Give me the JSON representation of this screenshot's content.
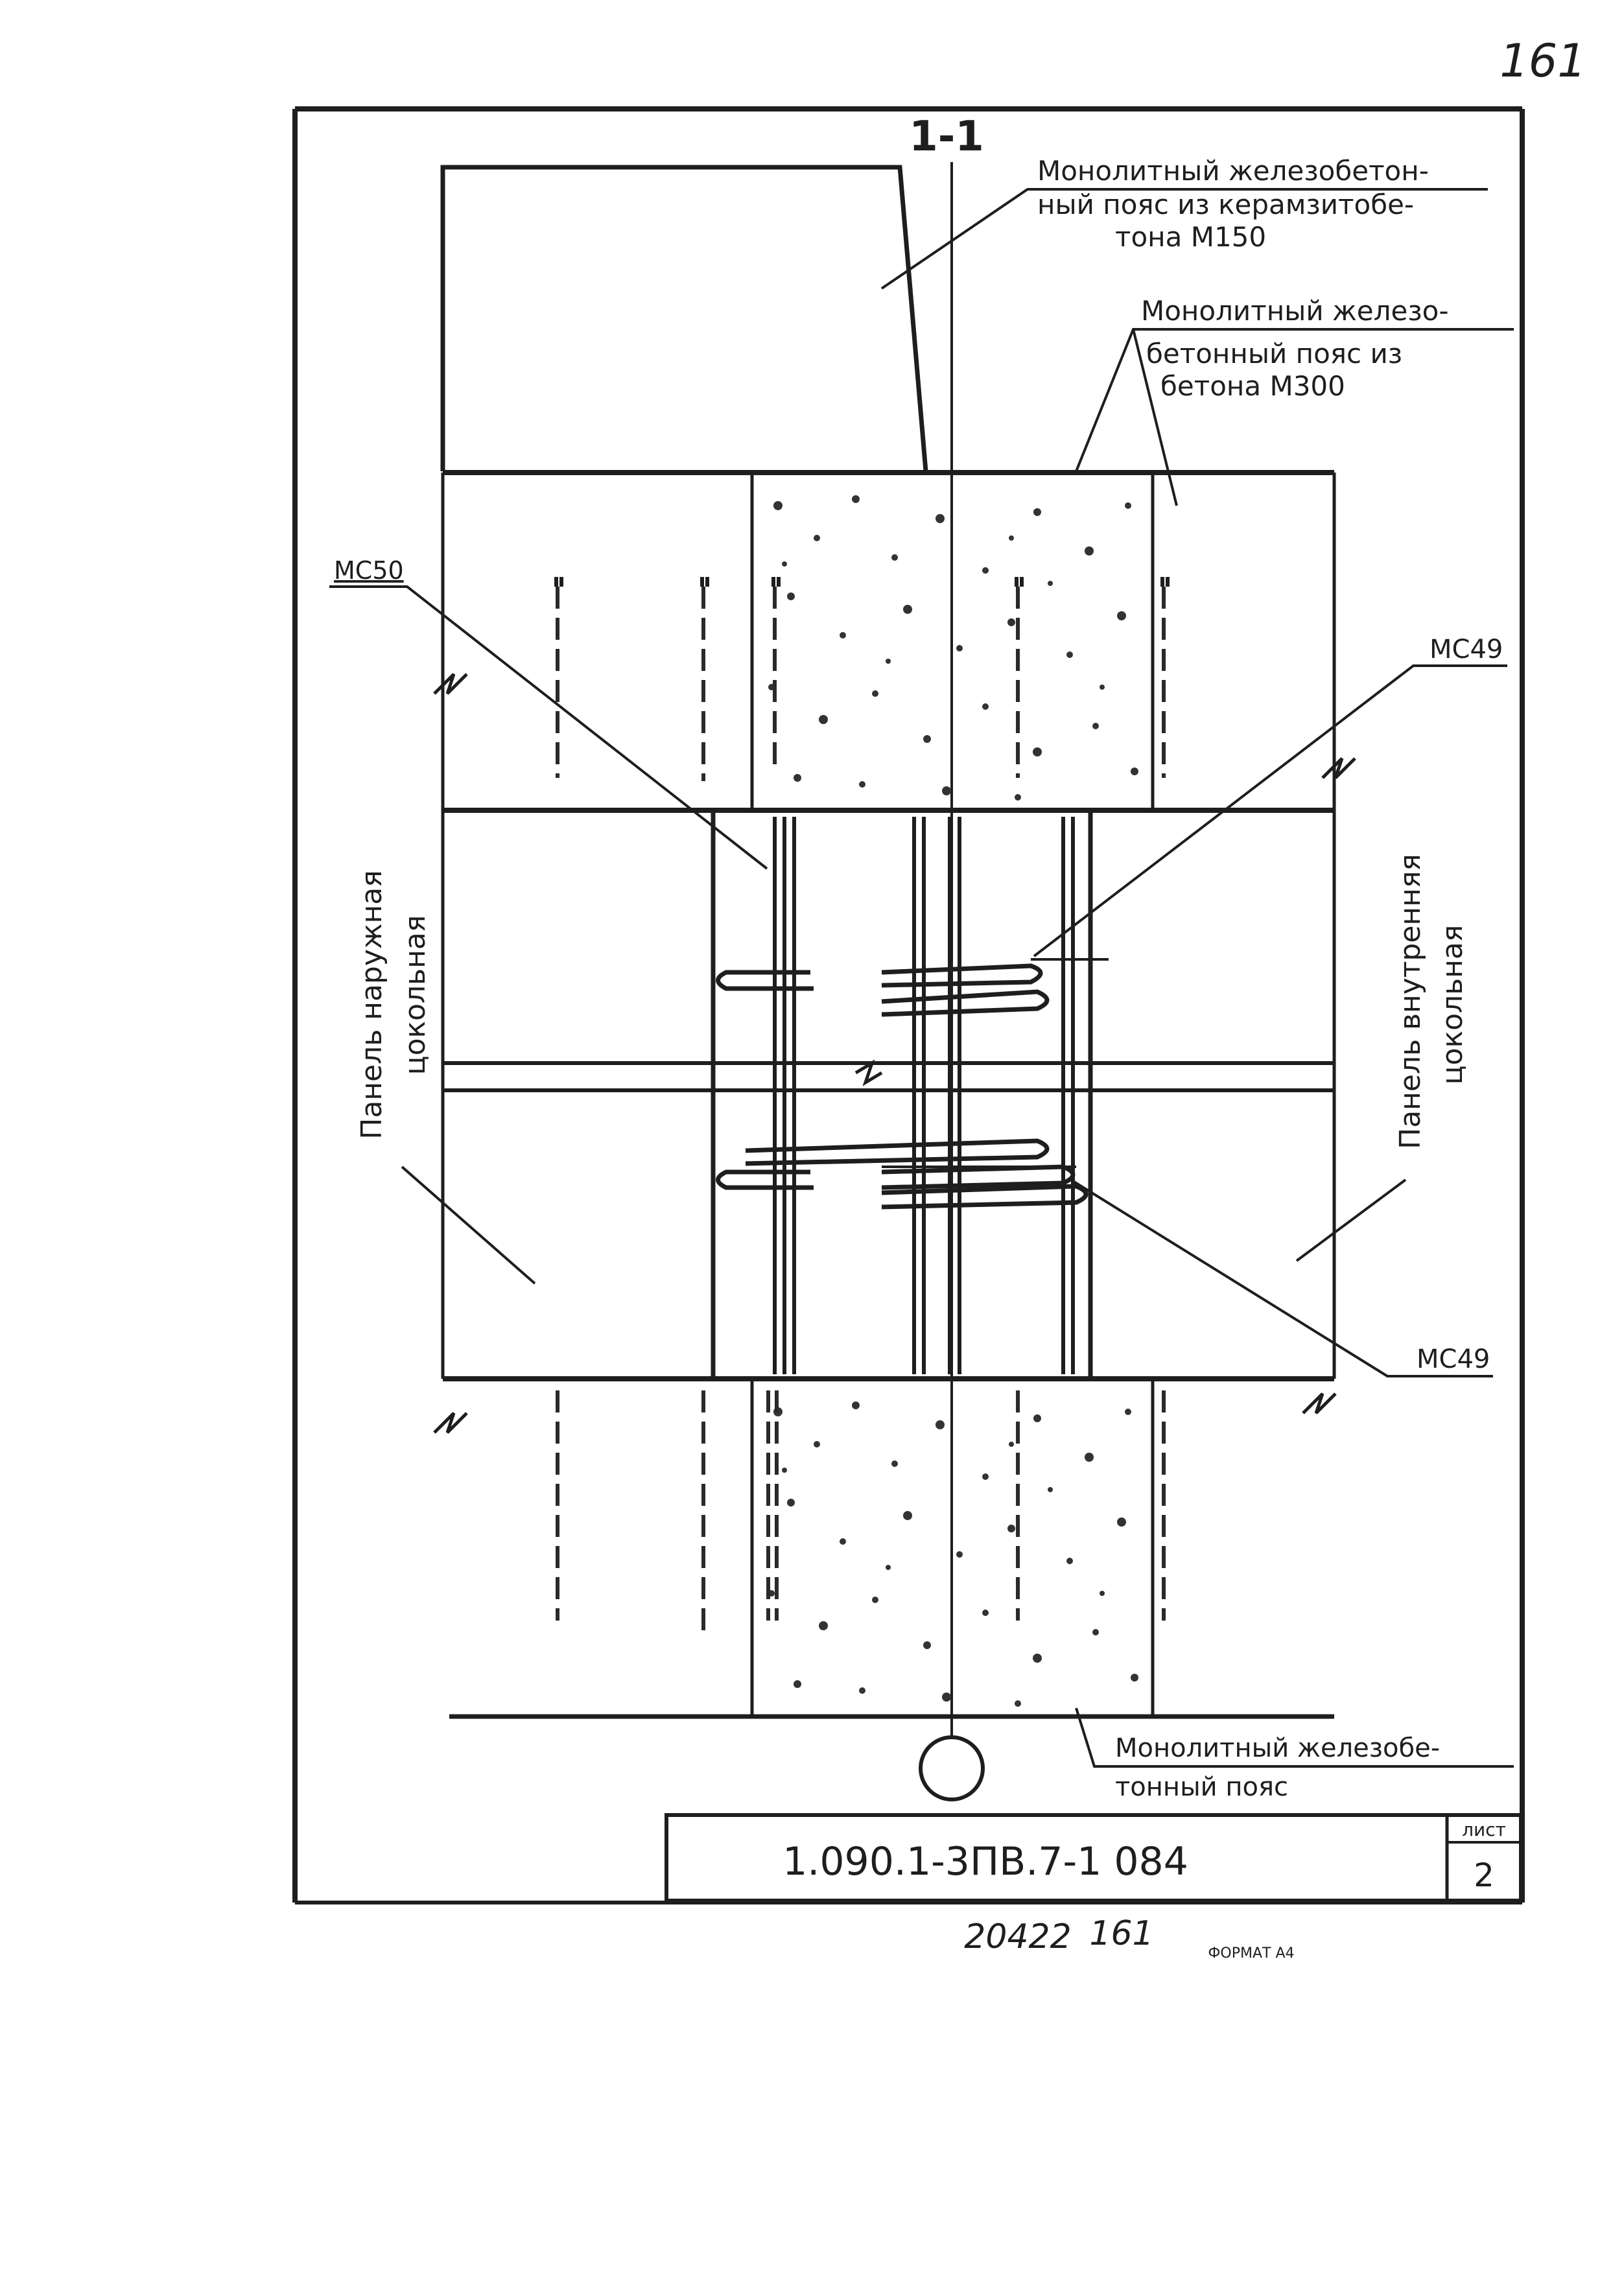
{
  "sheet_number_handwritten": "161",
  "section_label": "1-1",
  "notes": {
    "expanded_clay_belt": [
      "Монолитный железобетон-",
      "ный пояс из керамзитобе-",
      "тона М150"
    ],
    "concrete_belt": [
      "Монолитный железо-",
      "бетонный пояс из",
      "бетона М300"
    ],
    "bottom_belt": [
      "Монолитный железобе-",
      "тонный пояс"
    ]
  },
  "marks": {
    "mc50": "МС50",
    "mc49_top": "МС49",
    "mc49_bottom": "МС49"
  },
  "panels": {
    "outer": [
      "Панель наружная",
      "цокольная"
    ],
    "inner": [
      "Панель внутренняя",
      "цокольная"
    ]
  },
  "title_block": {
    "code": "1.090.1-3ПВ.7-1 084",
    "sheet_label": "лист",
    "sheet_value": "2"
  },
  "footer": {
    "archive_number": "20422",
    "archive_sheet": "161",
    "format": "ФОРМАТ А4"
  }
}
